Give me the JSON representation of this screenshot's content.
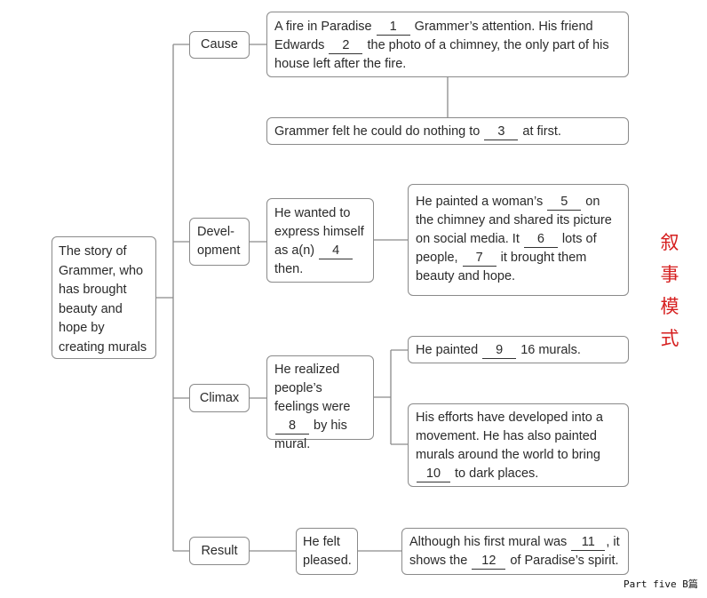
{
  "root": {
    "text": "The story of Grammer, who has brought beauty and hope by creating murals"
  },
  "branches": {
    "cause": "Cause",
    "development": "Devel-\nopment",
    "climax": "Climax",
    "result": "Result"
  },
  "cause": {
    "box1": {
      "t1": "A fire in Paradise ",
      "b1": "1",
      "t2": " Grammer’s attention. His friend Edwards ",
      "b2": "2",
      "t3": " the photo of a chimney, the only part of his house left after the fire."
    },
    "box2": {
      "t1": "Grammer felt he could do nothing to ",
      "b1": "3",
      "t2": " at first."
    }
  },
  "development": {
    "box1": {
      "t1": "He wanted to express himself as a(n) ",
      "b1": "4",
      "t2": " then."
    },
    "box2": {
      "t1": "He painted a woman’s ",
      "b1": "5",
      "t2": " on the chimney and shared its picture on social media. It ",
      "b2": "6",
      "t3": " lots of people, ",
      "b3": "7",
      "t4": " it brought them beauty and hope."
    }
  },
  "climax": {
    "box1": {
      "t1": "He realized people’s feelings were ",
      "b1": "8",
      "t2": " by his mural."
    },
    "box2": {
      "t1": "He painted ",
      "b1": "9",
      "t2": " 16 murals."
    },
    "box3": {
      "t1": "His efforts have developed into a movement. He has also painted murals around the world to bring ",
      "b1": "10",
      "t2": " to dark places."
    }
  },
  "result": {
    "box1": {
      "text": "He felt pleased."
    },
    "box2": {
      "t1": "Although his first mural was ",
      "b1": "11",
      "t2": ", it shows the ",
      "b2": "12",
      "t3": " of Paradise’s spirit."
    }
  },
  "side_label": [
    "叙",
    "事",
    "模",
    "式"
  ],
  "footer": "Part five B篇",
  "colors": {
    "line": "#8a8a8a",
    "side_label": "#d61f1f"
  }
}
